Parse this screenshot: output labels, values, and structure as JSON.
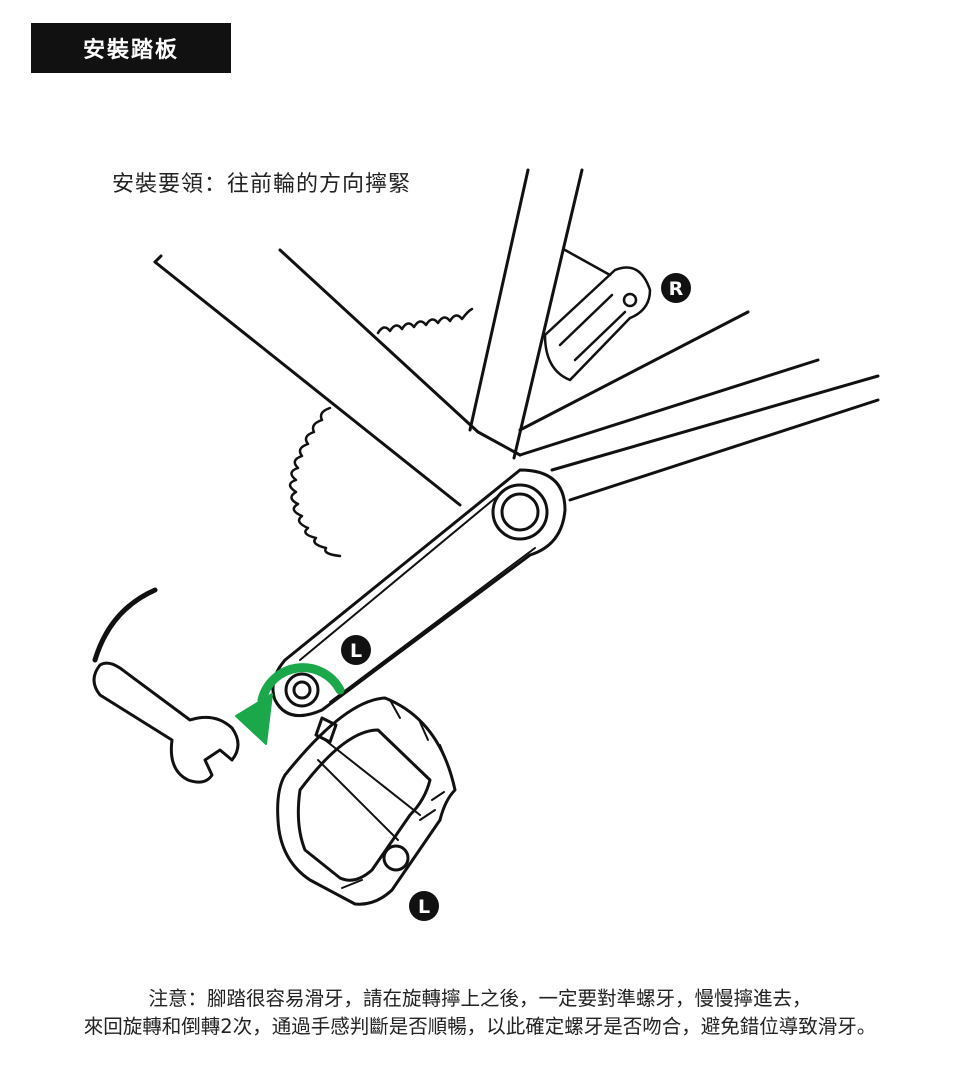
{
  "header": {
    "title": "安裝踏板"
  },
  "instruction": "安裝要領：往前輪的方向擰緊",
  "labels": {
    "right_side": "R",
    "crank_left": "L",
    "pedal_left": "L"
  },
  "note": {
    "line1": "注意：腳踏很容易滑牙，請在旋轉擰上之後，一定要對準螺牙，慢慢擰進去，",
    "line2": "來回旋轉和倒轉2次，通過手感判斷是否順暢，以此確定螺牙是否吻合，避免錯位導致滑牙。"
  },
  "colors": {
    "arrow": "#1aa84a",
    "badge": "#111111",
    "line": "#111111"
  },
  "icons": {
    "rotation": "counterclockwise-arrow-icon",
    "tool": "wrench-icon"
  }
}
